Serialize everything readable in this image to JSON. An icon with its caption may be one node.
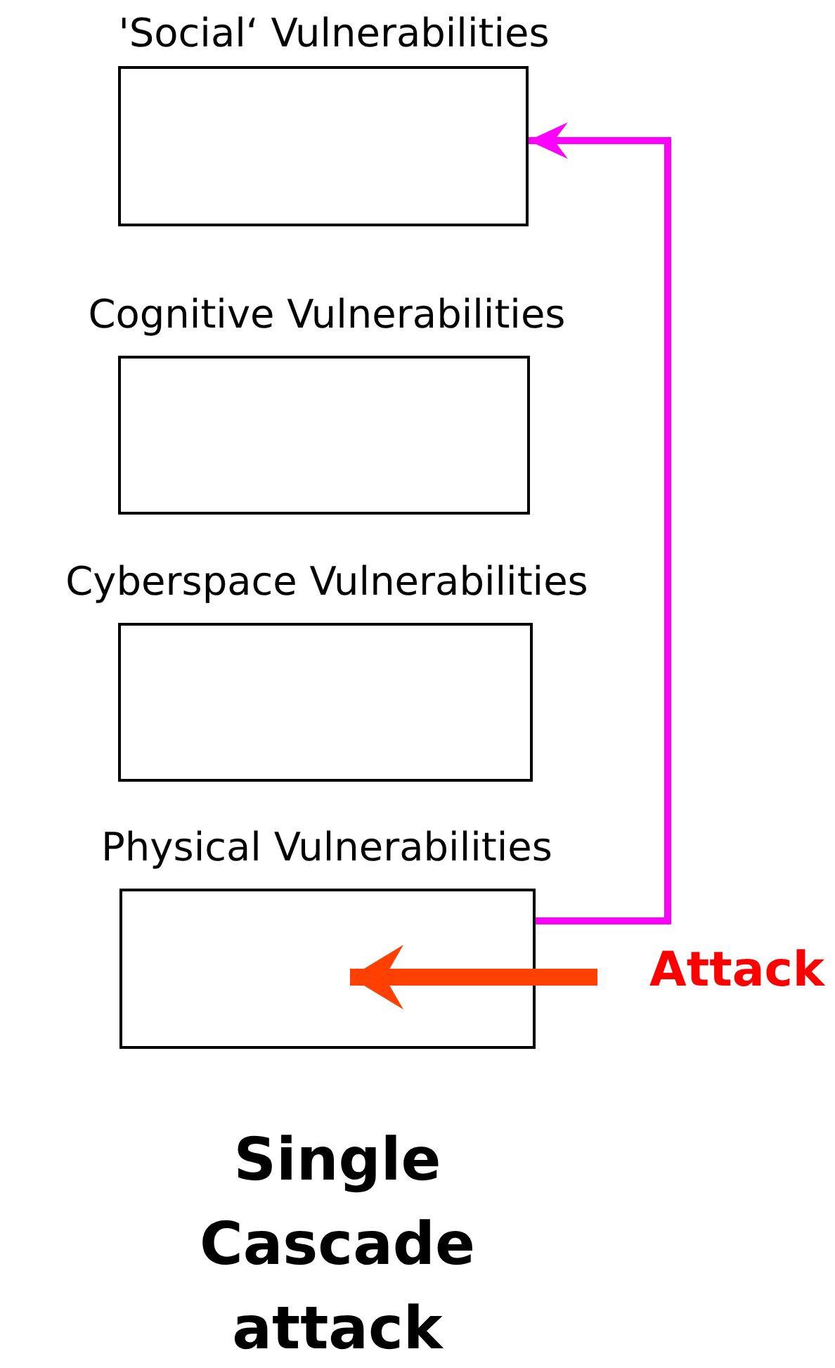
{
  "diagram": {
    "caption": "Single Cascade attack",
    "nodes": [
      {
        "text": [
          "'Social‘ Vulnerabilities"
        ]
      },
      {
        "text": [
          "Cognitive Vulnerabilities"
        ]
      },
      {
        "text": [
          "Cyberspace Vulnerabilities"
        ]
      },
      {
        "text": [
          "Physical Vulnerabilities"
        ]
      },
      {
        "text": [
          "Attack"
        ]
      }
    ],
    "edges": [
      {
        "from": 3,
        "to": 0,
        "arrow": "to",
        "color": "#ff00ff"
      },
      {
        "from": 4,
        "to": 3,
        "arrow": "to",
        "style": "thick",
        "color": "#ff4000"
      }
    ]
  }
}
